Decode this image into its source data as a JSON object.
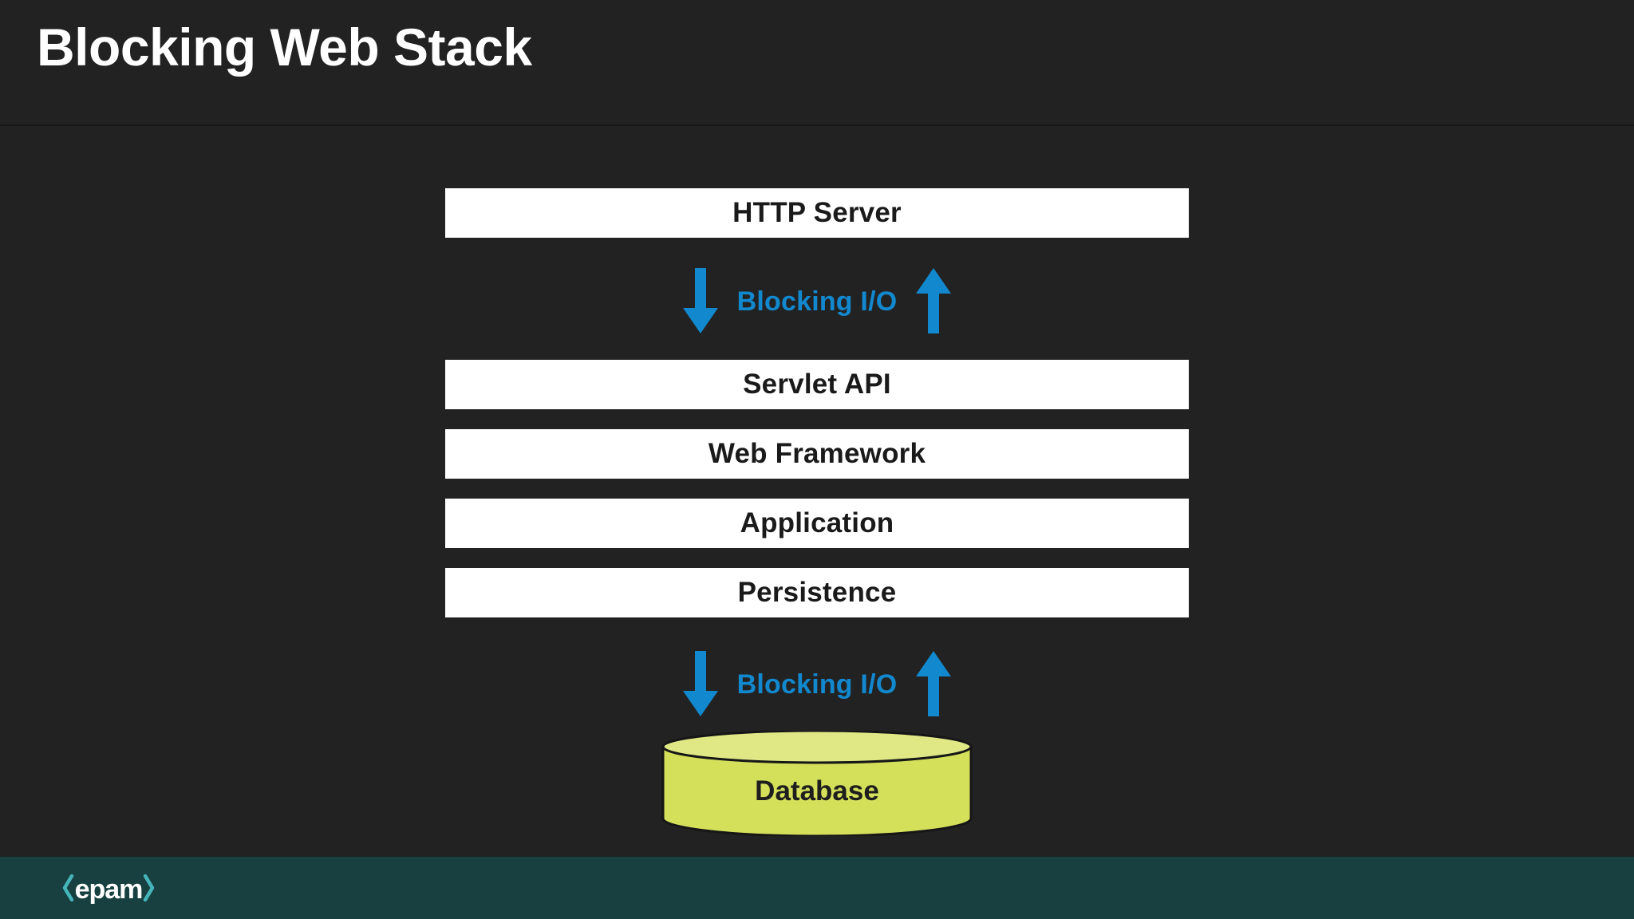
{
  "slide": {
    "title": "Blocking Web Stack",
    "background_color": "#222222"
  },
  "diagram": {
    "type": "layered-stack",
    "accent_color": "#1288ce",
    "box_fill": "#ffffff",
    "box_text_color": "#1a1a1a",
    "boxes": [
      {
        "id": "http-server",
        "label": "HTTP Server"
      },
      {
        "id": "servlet-api",
        "label": "Servlet API"
      },
      {
        "id": "web-framework",
        "label": "Web Framework"
      },
      {
        "id": "application",
        "label": "Application"
      },
      {
        "id": "persistence",
        "label": "Persistence"
      }
    ],
    "connectors": [
      {
        "id": "io-top",
        "label": "Blocking I/O",
        "between": [
          "HTTP Server",
          "Servlet API"
        ],
        "down_arrow": "arrow-down-icon",
        "up_arrow": "arrow-up-icon"
      },
      {
        "id": "io-bottom",
        "label": "Blocking I/O",
        "between": [
          "Persistence",
          "Database"
        ],
        "down_arrow": "arrow-down-icon",
        "up_arrow": "arrow-up-icon"
      }
    ],
    "database": {
      "label": "Database",
      "shape": "cylinder",
      "body_color": "#d4df5a",
      "top_color": "#dfe885",
      "stroke_color": "#1a1a1a"
    }
  },
  "footer": {
    "background_color": "#184040",
    "logo": {
      "name": "epam-logo",
      "wordmark": "epam",
      "left_bracket": "‹",
      "right_bracket": "›",
      "bracket_color": "#45b5ba",
      "wordmark_color": "#ffffff"
    }
  }
}
